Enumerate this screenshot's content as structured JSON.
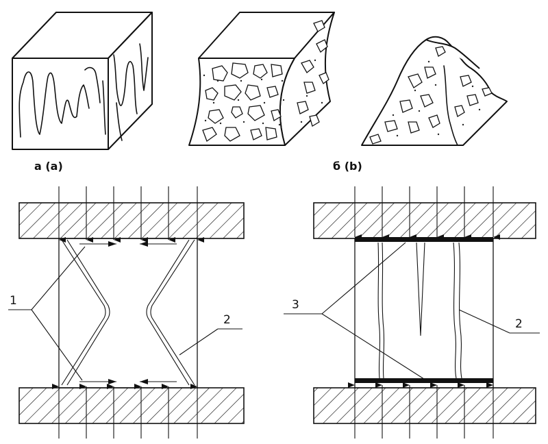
{
  "labels": {
    "a": "а (a)",
    "b": "б (b)",
    "callout_1": "1",
    "callout_2_left": "2",
    "callout_3": "3",
    "callout_2_right": "2"
  },
  "icons": [
    "cube-cracked-icon",
    "cube-crushed-icon",
    "broken-fragment-icon",
    "compression-test-friction-icon",
    "compression-test-lubricated-icon"
  ]
}
